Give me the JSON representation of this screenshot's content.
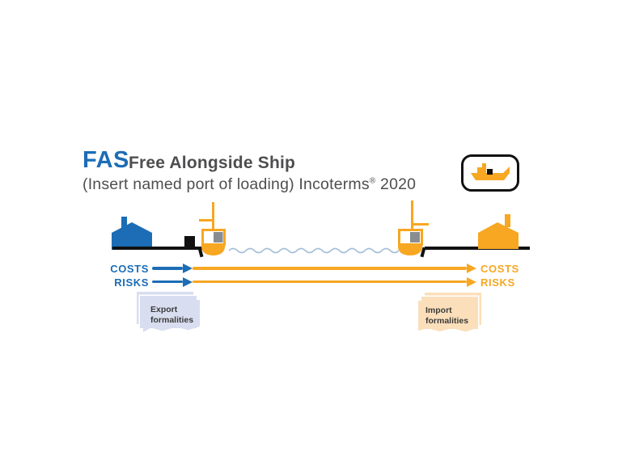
{
  "header": {
    "code": "FAS",
    "name": "Free Alongside Ship",
    "subtitle": "(Insert named port of loading) Incoterms",
    "trademark": "®",
    "year": "2020"
  },
  "badge": {
    "icon": "cargo-ship-icon"
  },
  "flow": {
    "left": {
      "costs": "COSTS",
      "risks": "RISKS"
    },
    "right": {
      "costs": "COSTS",
      "risks": "RISKS"
    }
  },
  "notes": {
    "export": "Export formalities",
    "import": "Import formalities"
  },
  "icons": {
    "seller": "factory-icon",
    "pre-carriage": "truck-icon",
    "port-of-loading": "crane-ship-icon",
    "sea-transit": "water-wave",
    "port-of-destination": "crane-ship-icon",
    "buyer": "warehouse-icon",
    "badge": "cargo-ship-icon"
  },
  "colors": {
    "blue": "#1C6DB5",
    "orange": "#F7A722",
    "ink": "#111111",
    "dark": "#4E4E50",
    "gray": "#8A8D90",
    "water": "#A5BFD8",
    "export-note": "#D9DDF0",
    "import-note": "#FBDFBA",
    "note-text": "#3B3B3A"
  }
}
